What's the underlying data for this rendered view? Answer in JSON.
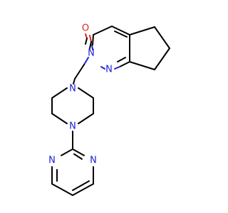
{
  "molecule": {
    "atoms": {
      "oxygen": "O",
      "n_pyridazinone_1": "N",
      "n_pyridazinone_2": "N",
      "n_piperazine_top": "N",
      "n_piperazine_bottom": "N",
      "n_pyrimidine_left": "N",
      "n_pyrimidine_right": "N"
    }
  },
  "colors": {
    "carbon_bond": "#000000",
    "nitrogen": "#1f1fd6",
    "oxygen": "#e0241a",
    "background": "#ffffff"
  }
}
